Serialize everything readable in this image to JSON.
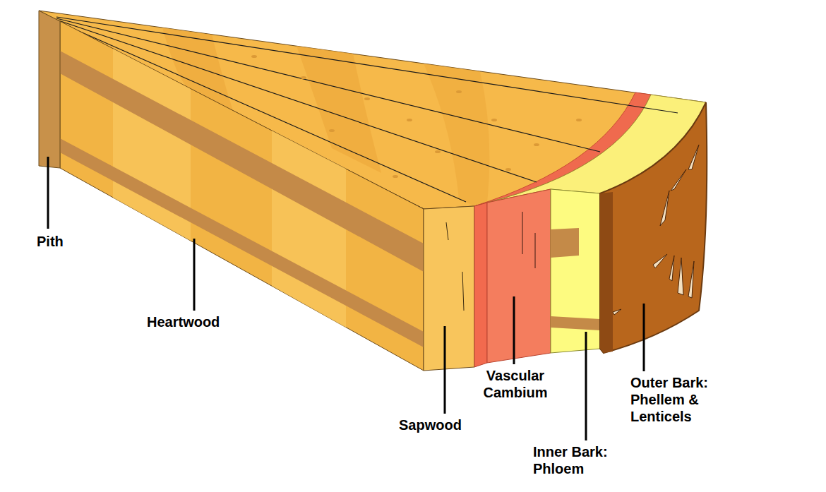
{
  "diagram": {
    "labels": [
      "Pith",
      "Heartwood",
      "Sapwood",
      "Vascular Cambium",
      "Inner Bark: Phloem",
      "Outer Bark: Phellem & Lenticels"
    ]
  }
}
